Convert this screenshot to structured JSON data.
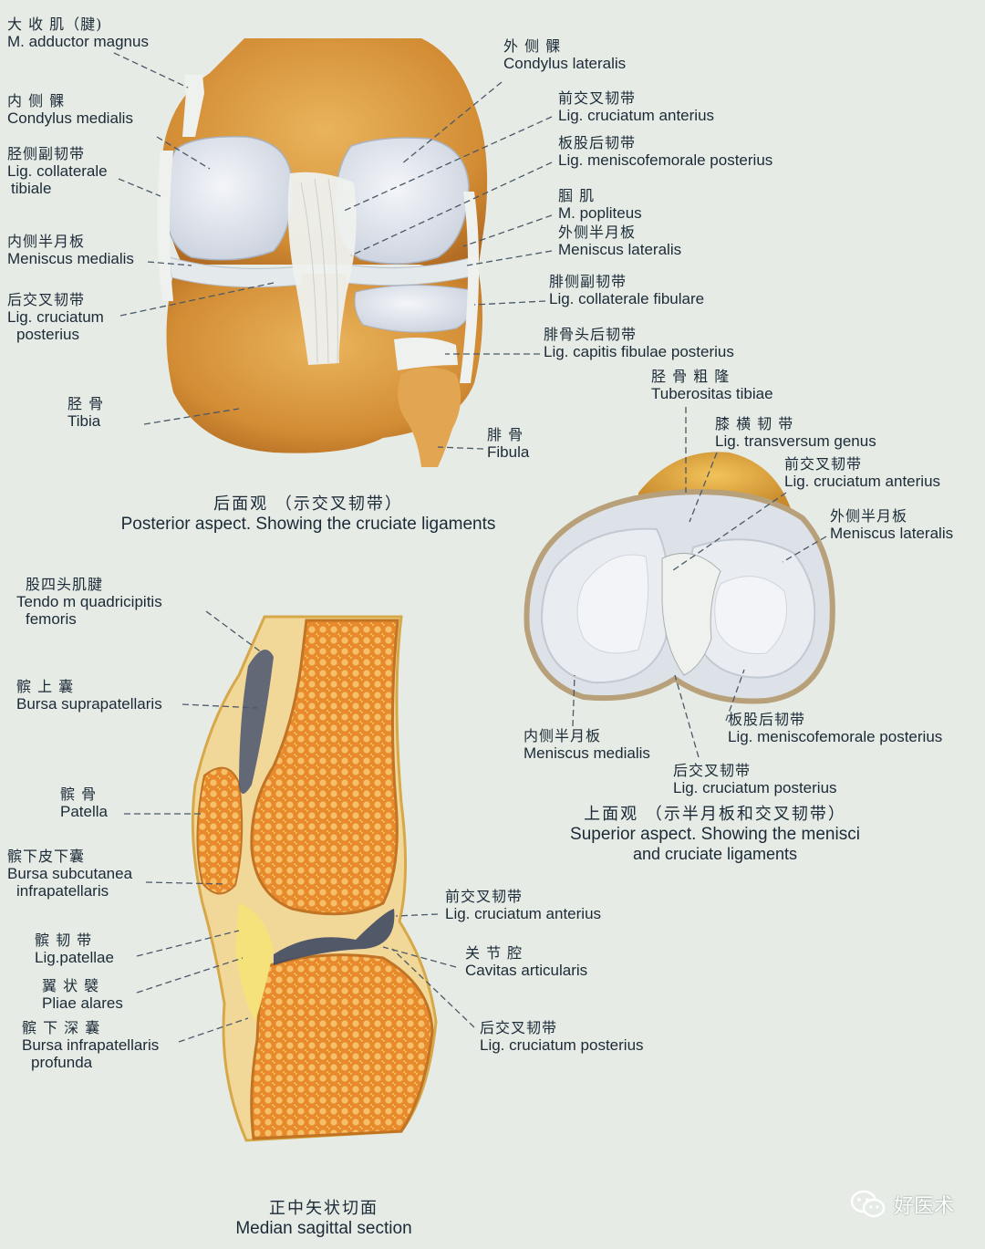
{
  "labels": {
    "adductor": {
      "zh": "大 收 肌（腱)",
      "en": "M. adductor magnus"
    },
    "condylus_medialis": {
      "zh": "内   侧   髁",
      "en": "Condylus medialis"
    },
    "coll_tibiale": {
      "zh": "胫侧副韧带",
      "en": "Lig. collaterale",
      "en2": "tibiale"
    },
    "meniscus_medialis_1": {
      "zh": "内侧半月板",
      "en": "Meniscus medialis"
    },
    "cruc_post_1": {
      "zh": "后交叉韧带",
      "en": "Lig. cruciatum",
      "en2": "posterius"
    },
    "tibia": {
      "zh": "胫        骨",
      "en": "Tibia"
    },
    "condylus_lateralis": {
      "zh": "外   侧   髁",
      "en": "Condylus lateralis"
    },
    "cruc_ant_1": {
      "zh": "前交叉韧带",
      "en": "Lig. cruciatum anterius"
    },
    "menisco_post_1": {
      "zh": "板股后韧带",
      "en": "Lig. meniscofemorale posterius"
    },
    "popliteus": {
      "zh": "腘      肌",
      "en": "M. popliteus"
    },
    "meniscus_lat_1": {
      "zh": "外侧半月板",
      "en": "Meniscus lateralis"
    },
    "coll_fibulare": {
      "zh": "腓侧副韧带",
      "en": "Lig. collaterale fibulare"
    },
    "capitis_fib": {
      "zh": "腓骨头后韧带",
      "en": "Lig. capitis fibulae posterius"
    },
    "fibula": {
      "zh": "腓      骨",
      "en": "Fibula"
    },
    "tuberositas": {
      "zh": "胫 骨 粗 隆",
      "en": "Tuberositas tibiae"
    },
    "transversum": {
      "zh": "膝  横  韧  带",
      "en": "Lig. transversum genus"
    },
    "cruc_ant_2": {
      "zh": "前交叉韧带",
      "en": "Lig. cruciatum anterius"
    },
    "meniscus_lat_2": {
      "zh": "外侧半月板",
      "en": "Meniscus lateralis"
    },
    "meniscus_med_2": {
      "zh": "内侧半月板",
      "en": "Meniscus medialis"
    },
    "menisco_post_2": {
      "zh": "板股后韧带",
      "en": "Lig. meniscofemorale posterius"
    },
    "cruc_post_2": {
      "zh": "后交叉韧带",
      "en": "Lig. cruciatum posterius"
    },
    "quadriceps": {
      "zh": "股四头肌腱",
      "en": "Tendo  m  quadricipitis",
      "en2": "femoris"
    },
    "bursa_supra": {
      "zh": "髌   上   囊",
      "en": "Bursa suprapatellaris"
    },
    "patella": {
      "zh": "髌      骨",
      "en": "Patella"
    },
    "bursa_subcut": {
      "zh": "髌下皮下囊",
      "en": "Bursa subcutanea",
      "en2": "infrapatellaris"
    },
    "lig_patellae": {
      "zh": "髌   韧   带",
      "en": "Lig.patellae"
    },
    "plicae": {
      "zh": "翼   状   襞",
      "en": "Pliae alares"
    },
    "bursa_infra": {
      "zh": "髌  下  深  囊",
      "en": "Bursa infrapatellaris",
      "en2": "profunda"
    },
    "cruc_ant_3": {
      "zh": "前交叉韧带",
      "en": "Lig. cruciatum anterius"
    },
    "cavitas": {
      "zh": "关      节      腔",
      "en": "Cavitas articularis"
    },
    "cruc_post_3": {
      "zh": "后交叉韧带",
      "en": "Lig.  cruciatum  posterius"
    }
  },
  "captions": {
    "posterior": {
      "zh": "后面观  （示交叉韧带）",
      "en": "Posterior aspect. Showing the cruciate ligaments"
    },
    "superior": {
      "zh": "上面观  （示半月板和交叉韧带）",
      "en": "Superior aspect. Showing the menisci",
      "en2": "and cruciate ligaments"
    },
    "sagittal": {
      "zh": "正中矢状切面",
      "en": "Median sagittal section"
    }
  },
  "watermark": {
    "text": "好医术",
    "icon": "wechat-icon"
  },
  "colors": {
    "background": "#e6ece5",
    "bone": "#d89a3c",
    "cartilage": "#dfe6ee",
    "ligament": "#eef1ee",
    "marrow": "#e68a2e",
    "leader": "#4a5868"
  }
}
